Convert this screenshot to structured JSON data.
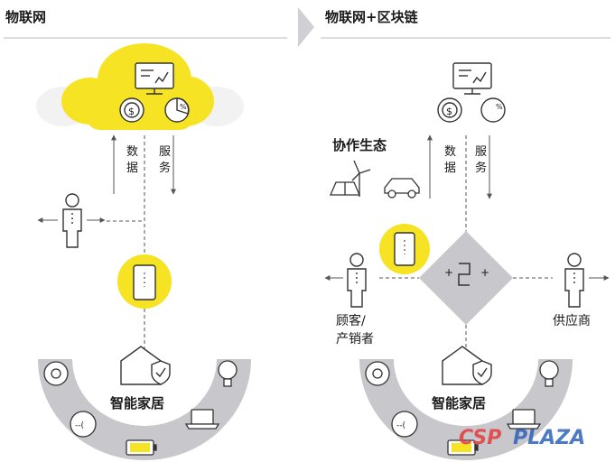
{
  "left_panel": {
    "title": "物联网",
    "arrow_up_label": "数据",
    "arrow_down_label": "服务",
    "ring_label": "智能家居"
  },
  "right_panel": {
    "title": "物联网+区块链",
    "ecosystem_label": "协作生态",
    "arrow_up_label": "数据",
    "arrow_down_label": "服务",
    "left_person_label_line1": "顾客/",
    "left_person_label_line2": "产销者",
    "right_person_label": "供应商",
    "ring_label": "智能家居"
  },
  "watermark": {
    "part1": "CSP",
    "part2": "PLAZA"
  },
  "colors": {
    "accent_yellow": "#f6e323",
    "ring_gray": "#c8c8cc",
    "line": "#555555",
    "watermark_red": "#e63c3c",
    "watermark_blue": "#2e63b8"
  },
  "icons": [
    "dashboard-icon",
    "gear-dollar-icon",
    "pie-chart-icon",
    "person-icon",
    "smartphone-icon",
    "house-shield-icon",
    "sun-icon",
    "battery-icon",
    "lightbulb-icon",
    "laptop-icon",
    "meter-icon",
    "solar-panel-icon",
    "wind-turbine-icon",
    "electric-car-icon",
    "blockchain-chain-icon"
  ]
}
